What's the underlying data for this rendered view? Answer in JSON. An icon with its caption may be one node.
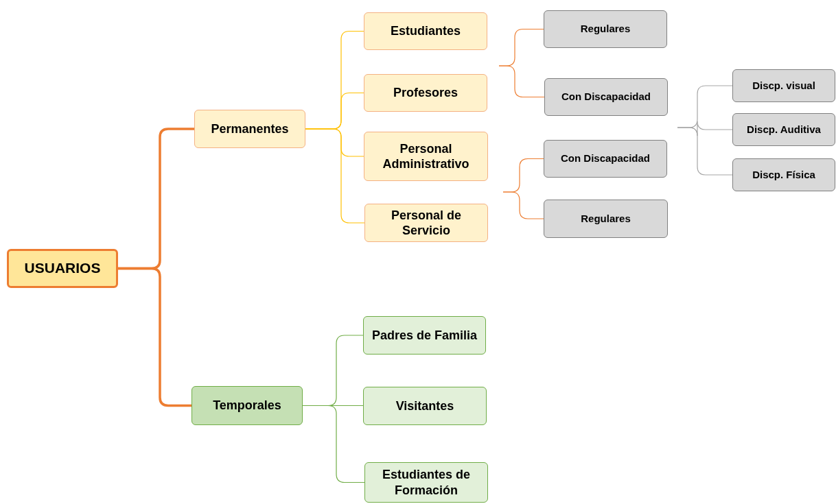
{
  "diagram": {
    "nodes": [
      {
        "text": [
          "USUARIOS"
        ]
      },
      {
        "text": [
          "Permanentes"
        ]
      },
      {
        "text": [
          "Temporales"
        ]
      },
      {
        "text": [
          "Estudiantes"
        ]
      },
      {
        "text": [
          "Profesores"
        ]
      },
      {
        "text": [
          "Personal Administrativo"
        ]
      },
      {
        "text": [
          "Personal de Servicio"
        ]
      },
      {
        "text": [
          "Regulares"
        ]
      },
      {
        "text": [
          "Con Discapacidad"
        ]
      },
      {
        "text": [
          "Con Discapacidad"
        ]
      },
      {
        "text": [
          "Regulares"
        ]
      },
      {
        "text": [
          "Discp. visual"
        ]
      },
      {
        "text": [
          "Discp. Auditiva"
        ]
      },
      {
        "text": [
          "Discp. Física"
        ]
      },
      {
        "text": [
          "Padres de Familia"
        ]
      },
      {
        "text": [
          "Visitantes"
        ]
      },
      {
        "text": [
          "Estudiantes de Formación"
        ]
      }
    ],
    "edges": [
      {
        "from": 0,
        "to": 1,
        "arrow": "none",
        "style": "thick"
      },
      {
        "from": 0,
        "to": 2,
        "arrow": "none",
        "style": "thick"
      },
      {
        "from": 1,
        "to": 3,
        "arrow": "none",
        "color": "#ffc000"
      },
      {
        "from": 1,
        "to": 4,
        "arrow": "none",
        "color": "#ffc000"
      },
      {
        "from": 1,
        "to": 5,
        "arrow": "none",
        "color": "#ffc000"
      },
      {
        "from": 1,
        "to": 6,
        "arrow": "none",
        "color": "#ffc000"
      },
      {
        "from": null,
        "to": 7,
        "arrow": "none"
      },
      {
        "from": null,
        "to": 8,
        "arrow": "none"
      },
      {
        "from": null,
        "to": 9,
        "arrow": "none"
      },
      {
        "from": null,
        "to": 10,
        "arrow": "none"
      },
      {
        "from": null,
        "to": 11,
        "arrow": "none",
        "color": "#a6a6a6"
      },
      {
        "from": null,
        "to": 12,
        "arrow": "none",
        "color": "#a6a6a6"
      },
      {
        "from": null,
        "to": 13,
        "arrow": "none",
        "color": "#a6a6a6"
      },
      {
        "from": 2,
        "to": 14,
        "arrow": "none",
        "color": "#70ad47"
      },
      {
        "from": 2,
        "to": 15,
        "arrow": "none",
        "color": "#70ad47"
      },
      {
        "from": 2,
        "to": 16,
        "arrow": "none",
        "color": "#70ad47"
      }
    ]
  }
}
